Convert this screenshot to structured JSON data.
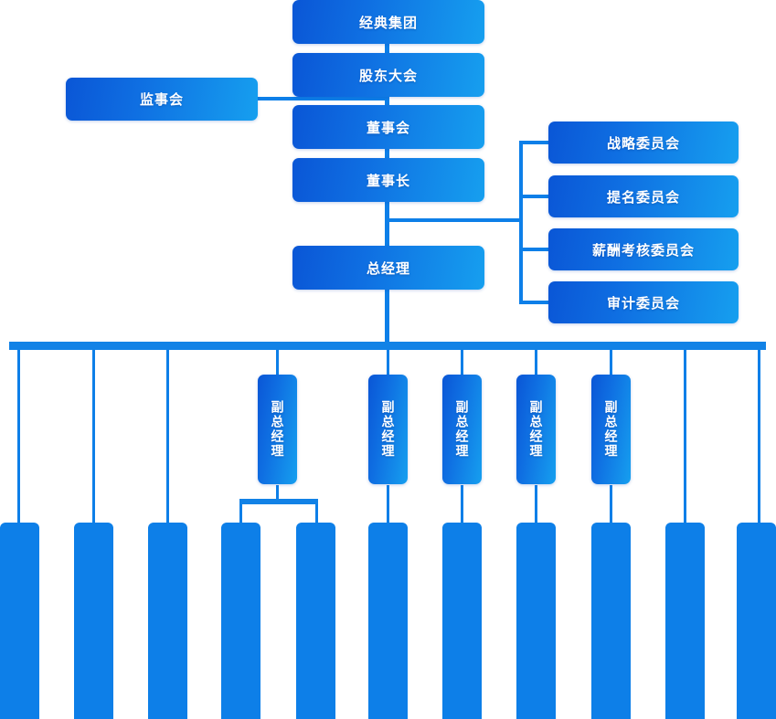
{
  "chart": {
    "title": "",
    "theme": {
      "gradient_start": "#0a56d6",
      "gradient_end": "#169fef",
      "connector": "#0d7fe8",
      "leaf_fill": "#0d7fe8",
      "background": "#ffffff",
      "text": "#ffffff"
    },
    "trunk": [
      {
        "id": "group",
        "label": "经典集团"
      },
      {
        "id": "shareholders",
        "label": "股东大会"
      },
      {
        "id": "board",
        "label": "董事会"
      },
      {
        "id": "chairman",
        "label": "董事长"
      },
      {
        "id": "gm",
        "label": "总经理"
      }
    ],
    "supervisor": {
      "id": "supervisory-board",
      "label": "监事会"
    },
    "committees": [
      {
        "id": "strategy",
        "label": "战略委员会"
      },
      {
        "id": "nomination",
        "label": "提名委员会"
      },
      {
        "id": "compensation",
        "label": "薪酬考核委员会"
      },
      {
        "id": "audit",
        "label": "审计委员会"
      }
    ],
    "deputies": [
      {
        "id": "deputy-1",
        "label": "副总经理"
      },
      {
        "id": "deputy-2",
        "label": "副总经理"
      },
      {
        "id": "deputy-3",
        "label": "副总经理"
      },
      {
        "id": "deputy-4",
        "label": "副总经理"
      },
      {
        "id": "deputy-5",
        "label": "副总经理"
      }
    ],
    "departments": [
      {
        "id": "dept-1",
        "label": ""
      },
      {
        "id": "dept-2",
        "label": ""
      },
      {
        "id": "dept-3",
        "label": ""
      },
      {
        "id": "dept-4",
        "label": ""
      },
      {
        "id": "dept-5",
        "label": ""
      },
      {
        "id": "dept-6",
        "label": ""
      },
      {
        "id": "dept-7",
        "label": ""
      },
      {
        "id": "dept-8",
        "label": ""
      },
      {
        "id": "dept-9",
        "label": ""
      },
      {
        "id": "dept-10",
        "label": ""
      },
      {
        "id": "dept-11",
        "label": ""
      }
    ]
  }
}
